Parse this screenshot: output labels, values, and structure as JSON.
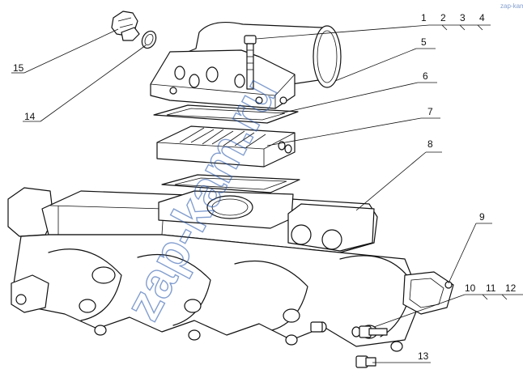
{
  "labels": {
    "l1": "1",
    "l2": "2",
    "l3": "3",
    "l4": "4",
    "l5": "5",
    "l6": "6",
    "l7": "7",
    "l8": "8",
    "l9": "9",
    "l10": "10",
    "l11": "11",
    "l12": "12",
    "l13": "13",
    "l14": "14",
    "l15": "15"
  },
  "watermark": {
    "main": "zap-kam.ru",
    "corner": "zap-kam"
  }
}
